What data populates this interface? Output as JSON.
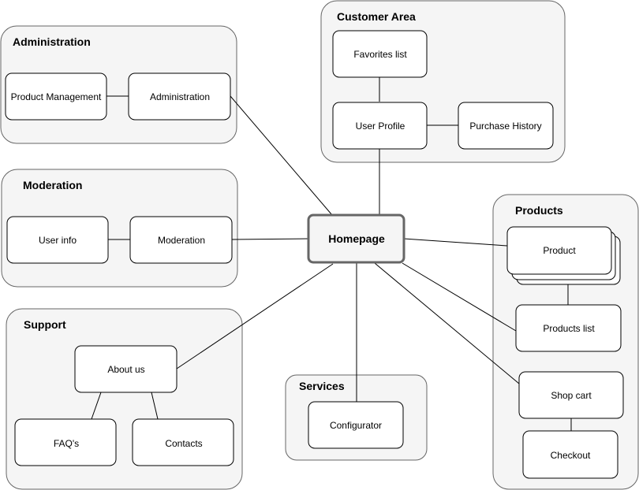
{
  "colors": {
    "group_fill": "#f5f5f5",
    "group_stroke": "#666666",
    "node_fill": "#ffffff",
    "node_stroke": "#000000",
    "home_stroke": "#666666"
  },
  "groups": {
    "administration": "Administration",
    "moderation": "Moderation",
    "support": "Support",
    "customer_area": "Customer Area",
    "services": "Services",
    "products": "Products"
  },
  "nodes": {
    "homepage": "Homepage",
    "product_management": "Product Management",
    "administration": "Administration",
    "user_info": "User info",
    "moderation": "Moderation",
    "about_us": "About us",
    "faqs": "FAQ's",
    "contacts": "Contacts",
    "favorites_list": "Favorites list",
    "user_profile": "User Profile",
    "purchase_history": "Purchase History",
    "configurator": "Configurator",
    "product": "Product",
    "products_list": "Products list",
    "shop_cart": "Shop cart",
    "checkout": "Checkout"
  }
}
